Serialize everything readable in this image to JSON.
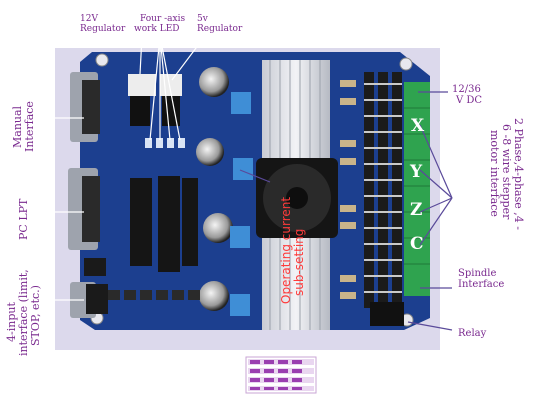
{
  "labels": {
    "reg12": [
      "12V",
      "Regulator"
    ],
    "led": [
      "Four -axis",
      "work LED"
    ],
    "reg5": [
      "5v",
      "Regulator"
    ],
    "power": [
      "12/36",
      "V DC"
    ],
    "manual": [
      "Manual",
      "Interface"
    ],
    "pc_lpt": "PC LPT",
    "inputs": [
      "4-input",
      "interface (limit,",
      "STOP, etc.)"
    ],
    "stepper": [
      "2 Phase,4-phase ,4 -",
      "6 -8 wire stepper",
      "motor interface"
    ],
    "spindle": [
      "Spindle",
      "Interface"
    ],
    "relay": "Relay",
    "current": [
      "Operating current",
      "sub-setting"
    ]
  },
  "axes": [
    "X",
    "Y",
    "Z",
    "C"
  ],
  "colors": {
    "annotation": "#7a2a8f",
    "board": "#1c3f8f",
    "terminal": "#2fa34f",
    "current_text": "#ff3a3a"
  }
}
